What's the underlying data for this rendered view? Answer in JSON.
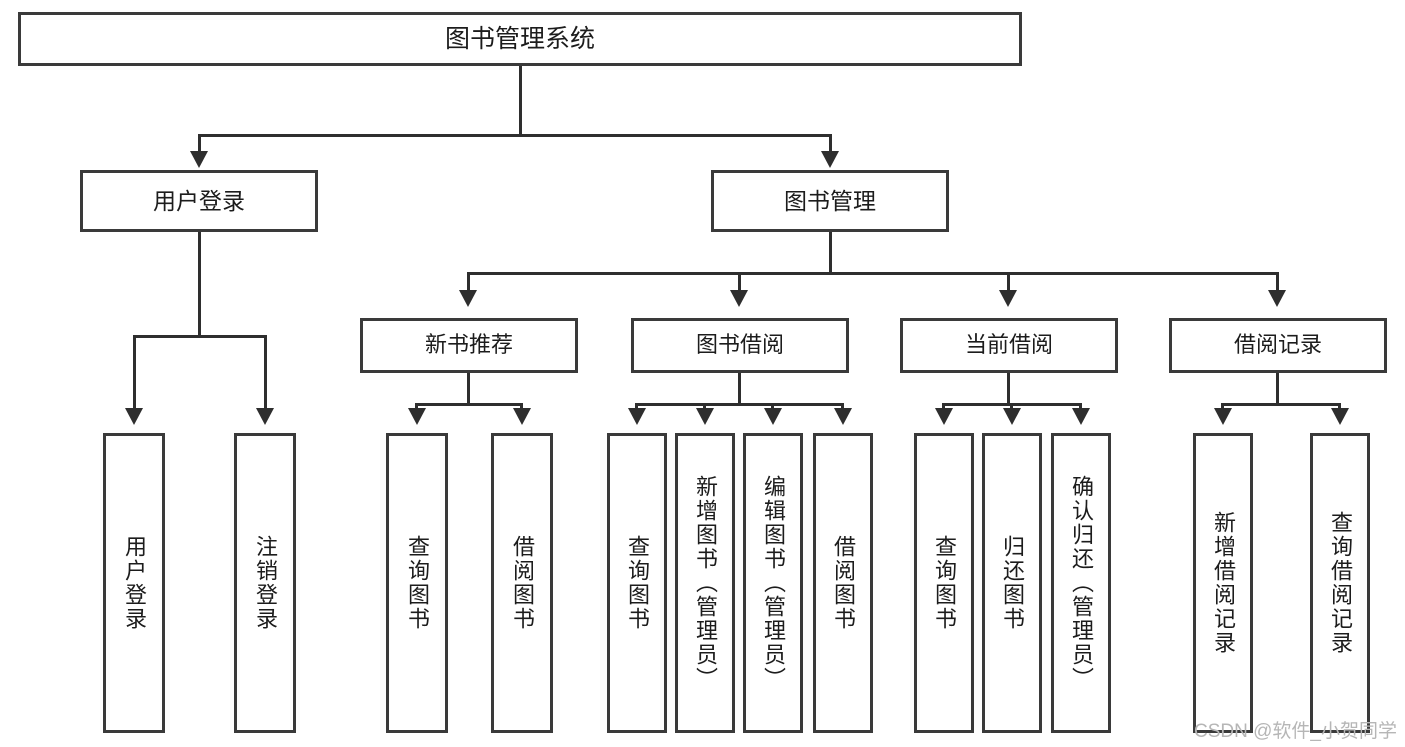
{
  "diagram": {
    "title": "图书管理系统",
    "type": "tree",
    "watermark": "CSDN @软件_小贺同学",
    "colors": {
      "box_border": "#3a3a3a",
      "connector": "#2e2e2e",
      "background": "#ffffff",
      "text": "#1c1c1c",
      "watermark": "#b6b6b6"
    },
    "root": {
      "label": "图书管理系统"
    },
    "level2": [
      {
        "label": "用户登录"
      },
      {
        "label": "图书管理"
      }
    ],
    "level3": [
      {
        "label": "新书推荐"
      },
      {
        "label": "图书借阅"
      },
      {
        "label": "当前借阅"
      },
      {
        "label": "借阅记录"
      }
    ],
    "leaves": {
      "user_login": [
        {
          "label": "用户登录"
        },
        {
          "label": "注销登录"
        }
      ],
      "new_book_recommend": [
        {
          "label": "查询图书"
        },
        {
          "label": "借阅图书"
        }
      ],
      "book_borrow": [
        {
          "label": "查询图书"
        },
        {
          "label": "新增图书（管理员）"
        },
        {
          "label": "编辑图书（管理员）"
        },
        {
          "label": "借阅图书"
        }
      ],
      "current_borrow": [
        {
          "label": "查询图书"
        },
        {
          "label": "归还图书"
        },
        {
          "label": "确认归还（管理员）"
        }
      ],
      "borrow_record": [
        {
          "label": "新增借阅记录"
        },
        {
          "label": "查询借阅记录"
        }
      ]
    }
  }
}
